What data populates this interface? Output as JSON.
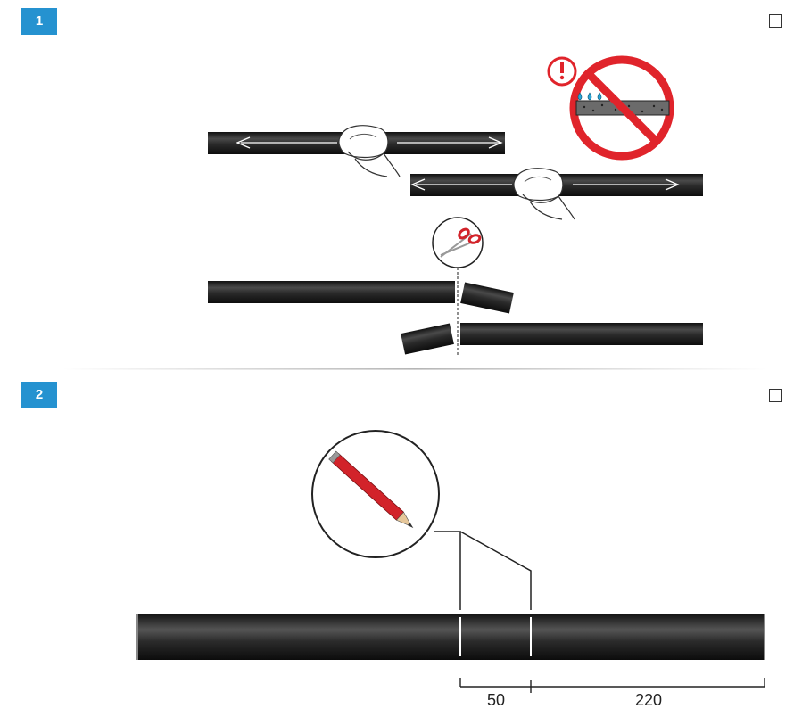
{
  "steps": [
    {
      "number": "1"
    },
    {
      "number": "2"
    }
  ],
  "dimensions": {
    "first": "50",
    "second": "220"
  },
  "colors": {
    "badge": "#2592d0",
    "pipe": "#1e1e1e",
    "prohibit": "#e0242b",
    "pencil": "#d2232a",
    "scissors": "#d2232a"
  }
}
